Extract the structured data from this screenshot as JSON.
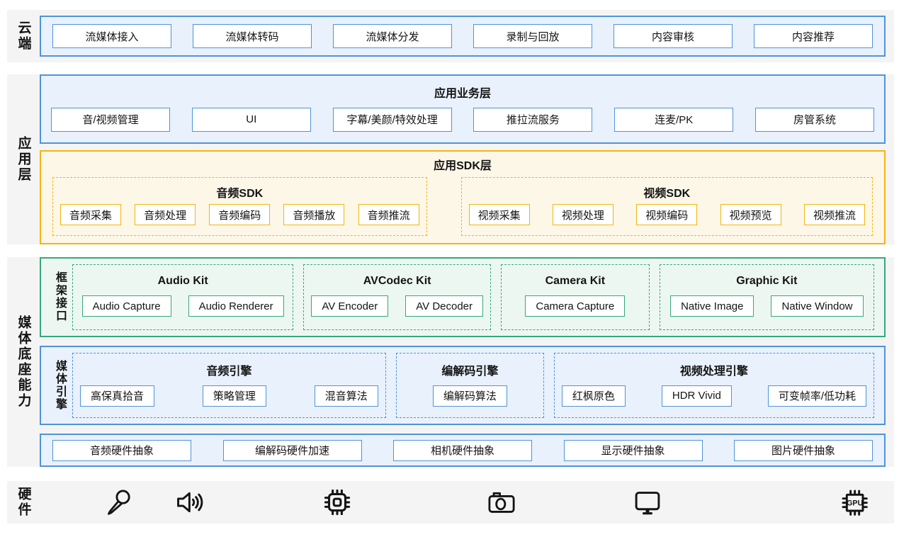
{
  "colors": {
    "blue": "#4e94d9",
    "blue_fill": "#e9f1fc",
    "yellow": "#f2b511",
    "yellow_fill": "#fdf7e8",
    "green": "#35a87c",
    "green_fill": "#edf7f1",
    "band_bg": "#f4f4f5",
    "text": "#141414"
  },
  "cloud": {
    "label": "云端",
    "boxes": [
      "流媒体接入",
      "流媒体转码",
      "流媒体分发",
      "录制与回放",
      "内容审核",
      "内容推荐"
    ]
  },
  "app": {
    "label": "应用层",
    "business": {
      "title": "应用业务层",
      "boxes": [
        "音/视频管理",
        "UI",
        "字幕/美颜/特效处理",
        "推拉流服务",
        "连麦/PK",
        "房管系统"
      ]
    },
    "sdk": {
      "title": "应用SDK层",
      "audio": {
        "title": "音频SDK",
        "boxes": [
          "音频采集",
          "音频处理",
          "音频编码",
          "音频播放",
          "音频推流"
        ]
      },
      "video": {
        "title": "视频SDK",
        "boxes": [
          "视频采集",
          "视频处理",
          "视频编码",
          "视频预览",
          "视频推流"
        ]
      }
    }
  },
  "media": {
    "label": "媒体底座能力",
    "framework": {
      "label": "框架接口",
      "kits": [
        {
          "title": "Audio Kit",
          "boxes": [
            "Audio Capture",
            "Audio Renderer"
          ]
        },
        {
          "title": "AVCodec Kit",
          "boxes": [
            "AV Encoder",
            "AV Decoder"
          ]
        },
        {
          "title": "Camera Kit",
          "boxes": [
            "Camera Capture"
          ]
        },
        {
          "title": "Graphic Kit",
          "boxes": [
            "Native Image",
            "Native Window"
          ]
        }
      ]
    },
    "engine": {
      "label": "媒体引擎",
      "groups": [
        {
          "title": "音频引擎",
          "boxes": [
            "高保真拾音",
            "策略管理",
            "混音算法"
          ]
        },
        {
          "title": "编解码引擎",
          "boxes": [
            "编解码算法"
          ]
        },
        {
          "title": "视频处理引擎",
          "boxes": [
            "红枫原色",
            "HDR Vivid",
            "可变帧率/低功耗"
          ]
        }
      ]
    },
    "hal": {
      "boxes": [
        "音频硬件抽象",
        "编解码硬件加速",
        "相机硬件抽象",
        "显示硬件抽象",
        "图片硬件抽象"
      ]
    }
  },
  "hardware": {
    "label": "硬件",
    "icons": [
      "microphone-icon",
      "speaker-icon",
      "soc-chip-icon",
      "camera-icon",
      "display-icon",
      "gpu-chip-icon"
    ],
    "gpu_label": "GPU"
  }
}
